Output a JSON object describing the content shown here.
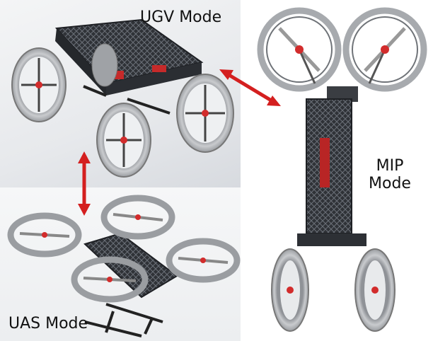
{
  "labels": {
    "ugv": "UGV Mode",
    "uas": "UAS Mode",
    "mip_line1": "MIP",
    "mip_line2": "Mode"
  },
  "colors": {
    "arrow": "#d41f1f",
    "frame": "#3a3d42",
    "tire": "#b9b9b9",
    "hub_accent": "#d22c2c"
  }
}
